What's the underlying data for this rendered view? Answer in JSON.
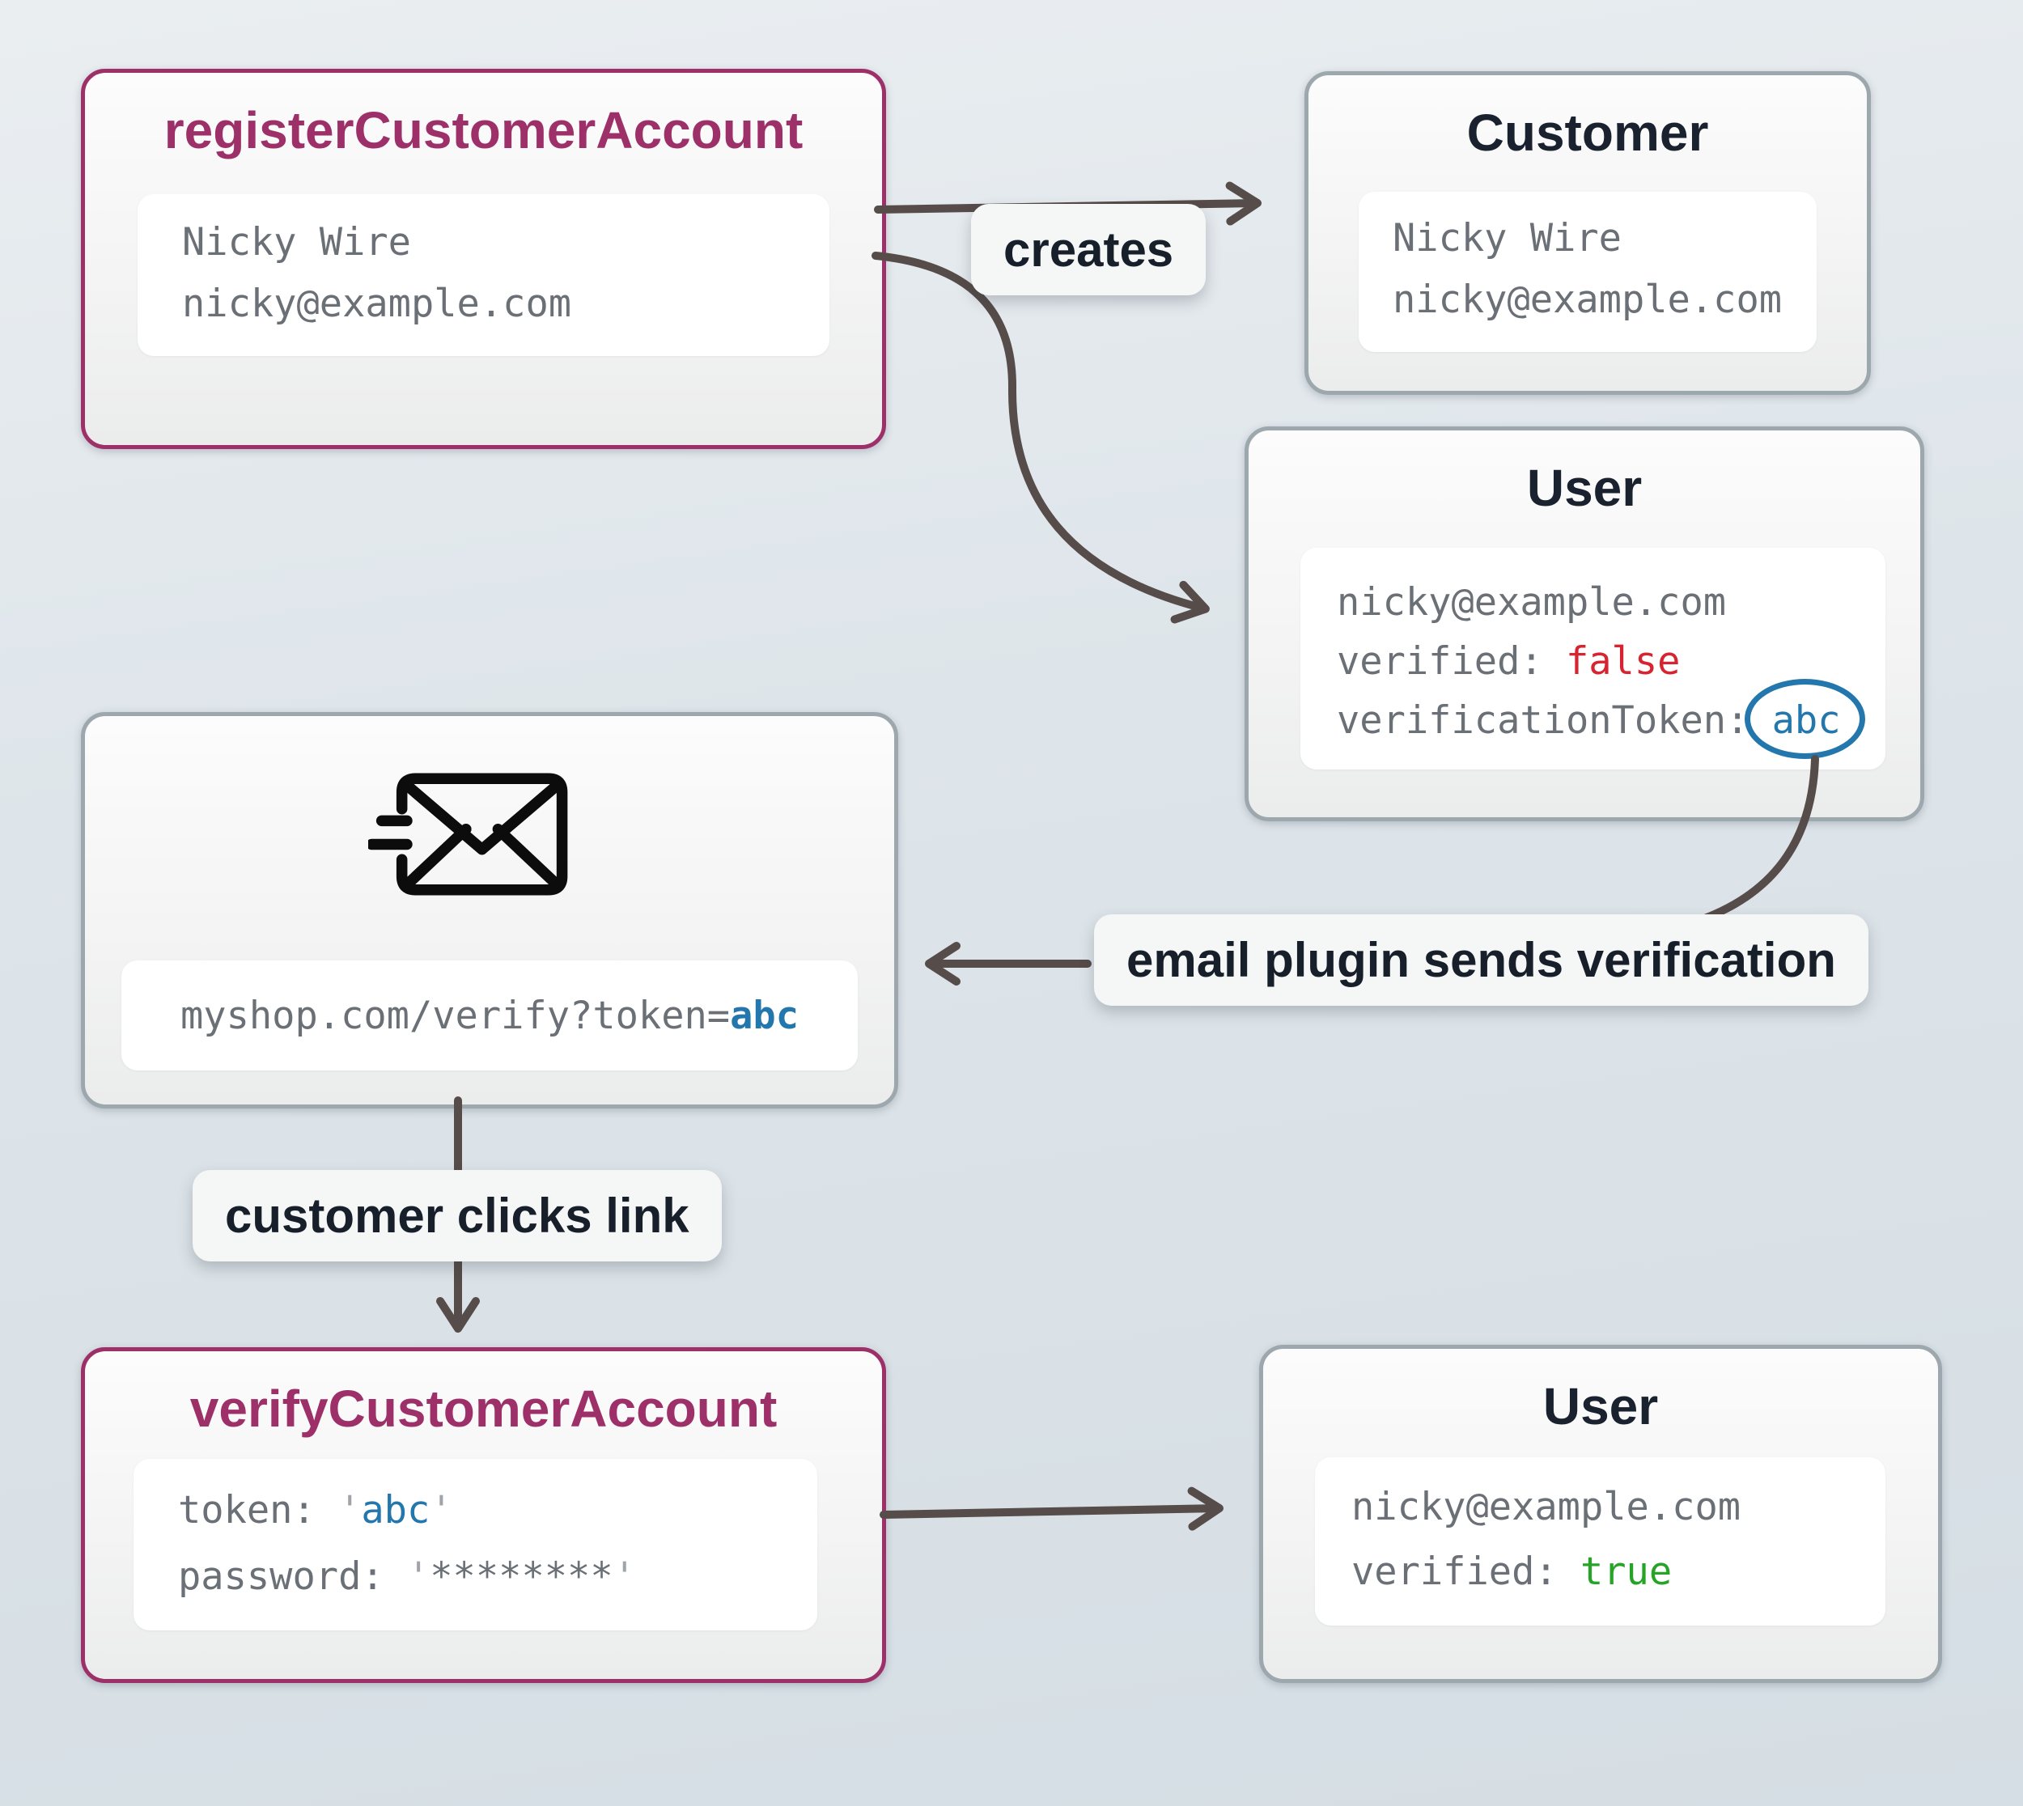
{
  "nodes": {
    "register": {
      "title": "registerCustomerAccount",
      "line1": "Nicky Wire",
      "line2": "nicky@example.com"
    },
    "customer": {
      "title": "Customer",
      "line1": "Nicky Wire",
      "line2": "nicky@example.com"
    },
    "userUnverified": {
      "title": "User",
      "email": "nicky@example.com",
      "verifiedKey": "verified: ",
      "verifiedValue": "false",
      "tokenKey": "verificationToken: ",
      "tokenValue": "abc"
    },
    "emailMessage": {
      "icon": "mail-send-icon",
      "urlPrefix": "myshop.com/verify?token=",
      "urlToken": "abc"
    },
    "verify": {
      "title": "verifyCustomerAccount",
      "tokenKey": "token: ",
      "quoteOpen": "'",
      "tokenValue": "abc",
      "quoteClose": "'",
      "passwordKey": "password: ",
      "passwordQuoteOpen": "'",
      "passwordValue": "********",
      "passwordQuoteClose": "'"
    },
    "userVerified": {
      "title": "User",
      "email": "nicky@example.com",
      "verifiedKey": "verified: ",
      "verifiedValue": "true"
    }
  },
  "edges": {
    "creates": "creates",
    "emailPlugin": "email plugin sends verification",
    "customerClicks": "customer clicks link"
  },
  "colors": {
    "accentPurple": "#9E3069",
    "borderGray": "#9DA8AE",
    "titleDark": "#19222E",
    "monoGray": "#6A7076",
    "quoteGray": "#9EA4A9",
    "falseRed": "#D62430",
    "trueGreen": "#27A327",
    "tokenBlue": "#2377AC",
    "arrowBrown": "#564C49",
    "labelBg": "#F5F6F6"
  }
}
